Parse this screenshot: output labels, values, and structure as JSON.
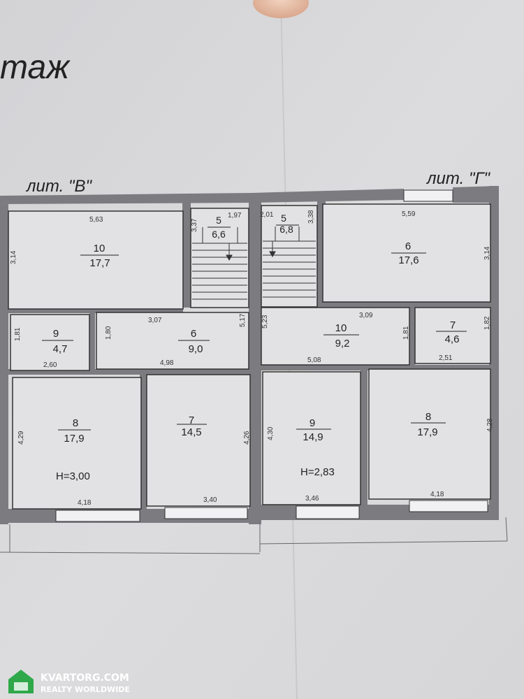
{
  "header": {
    "floor_word": "таж"
  },
  "buildings": [
    {
      "id": "V",
      "label": "лит. \"В\""
    },
    {
      "id": "G",
      "label": "лит. \"Г\""
    }
  ],
  "rooms": [
    {
      "id": "v10",
      "number": "10",
      "area": "17,7"
    },
    {
      "id": "v5",
      "number": "5",
      "area": "6,6"
    },
    {
      "id": "v9",
      "number": "9",
      "area": "4,7"
    },
    {
      "id": "v6",
      "number": "6",
      "area": "9,0"
    },
    {
      "id": "v8",
      "number": "8",
      "area": "17,9"
    },
    {
      "id": "v7",
      "number": "7",
      "area": "14,5"
    },
    {
      "id": "g5",
      "number": "5",
      "area": "6,8"
    },
    {
      "id": "g6",
      "number": "6",
      "area": "17,6"
    },
    {
      "id": "g10",
      "number": "10",
      "area": "9,2"
    },
    {
      "id": "g7",
      "number": "7",
      "area": "4,6"
    },
    {
      "id": "g9",
      "number": "9",
      "area": "14,9"
    },
    {
      "id": "g8",
      "number": "8",
      "area": "17,9"
    }
  ],
  "heights": [
    "H=3,00",
    "H=2,83"
  ],
  "dimensions": [
    "5,63",
    "1,97",
    "3,37",
    "3,14",
    "3,07",
    "1,81",
    "1,80",
    "5,17",
    "2,60",
    "4,98",
    "4,29",
    "4,26",
    "4,18",
    "3,40",
    "2,01",
    "3,38",
    "5,59",
    "3,14",
    "3,09",
    "5,23",
    "1,81",
    "1,82",
    "5,08",
    "2,51",
    "4,30",
    "4,28",
    "3,46",
    "4,18"
  ],
  "watermark": {
    "line1": "KVARTORG.COM",
    "line2": "REALTY WORLDWIDE"
  }
}
